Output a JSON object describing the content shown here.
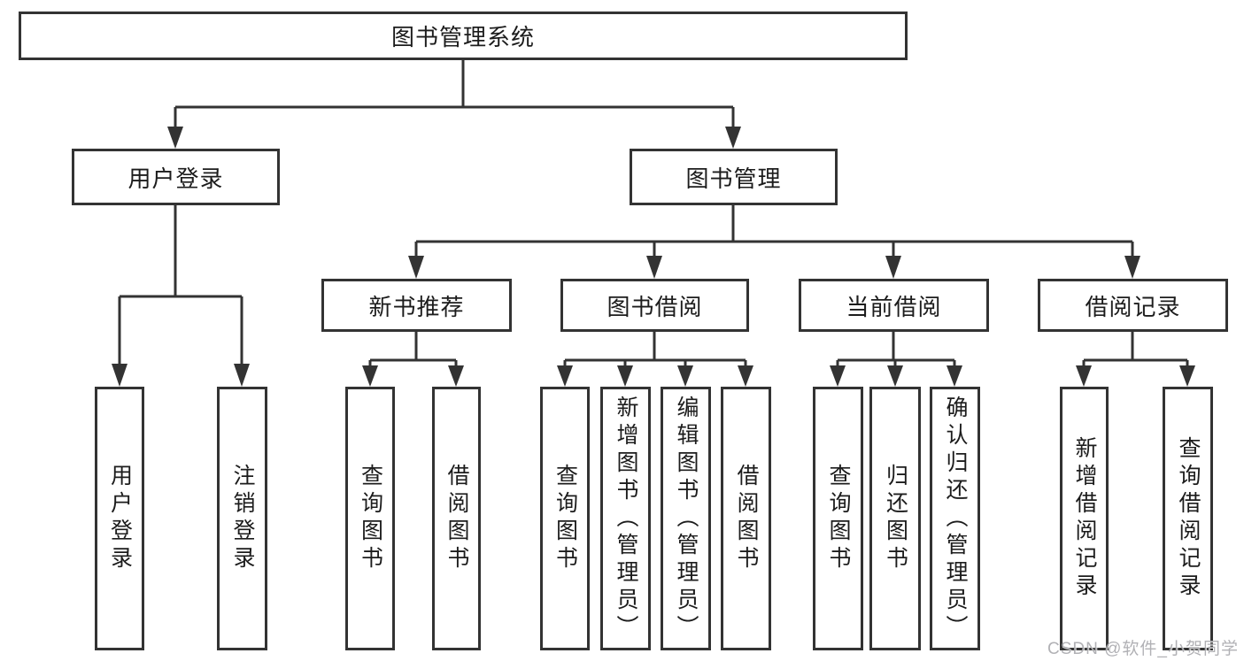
{
  "watermark": {
    "text": "CSDN @软件_小贺同学"
  },
  "colors": {
    "line": "#333333",
    "box_border": "#333333",
    "text": "#1c1c1c",
    "background": "#ffffff",
    "watermark": "#a8a8ad"
  },
  "tree": {
    "label": "图书管理系统",
    "children": [
      {
        "label": "用户登录",
        "children": [
          {
            "label": "用户登录"
          },
          {
            "label": "注销登录"
          }
        ]
      },
      {
        "label": "图书管理",
        "children": [
          {
            "label": "新书推荐",
            "children": [
              {
                "label": "查询图书"
              },
              {
                "label": "借阅图书"
              }
            ]
          },
          {
            "label": "图书借阅",
            "children": [
              {
                "label": "查询图书"
              },
              {
                "label": "新增图书（管理员）"
              },
              {
                "label": "编辑图书（管理员）"
              },
              {
                "label": "借阅图书"
              }
            ]
          },
          {
            "label": "当前借阅",
            "children": [
              {
                "label": "查询图书"
              },
              {
                "label": "归还图书"
              },
              {
                "label": "确认归还（管理员）"
              }
            ]
          },
          {
            "label": "借阅记录",
            "children": [
              {
                "label": "新增借阅记录"
              },
              {
                "label": "查询借阅记录"
              }
            ]
          }
        ]
      }
    ]
  }
}
